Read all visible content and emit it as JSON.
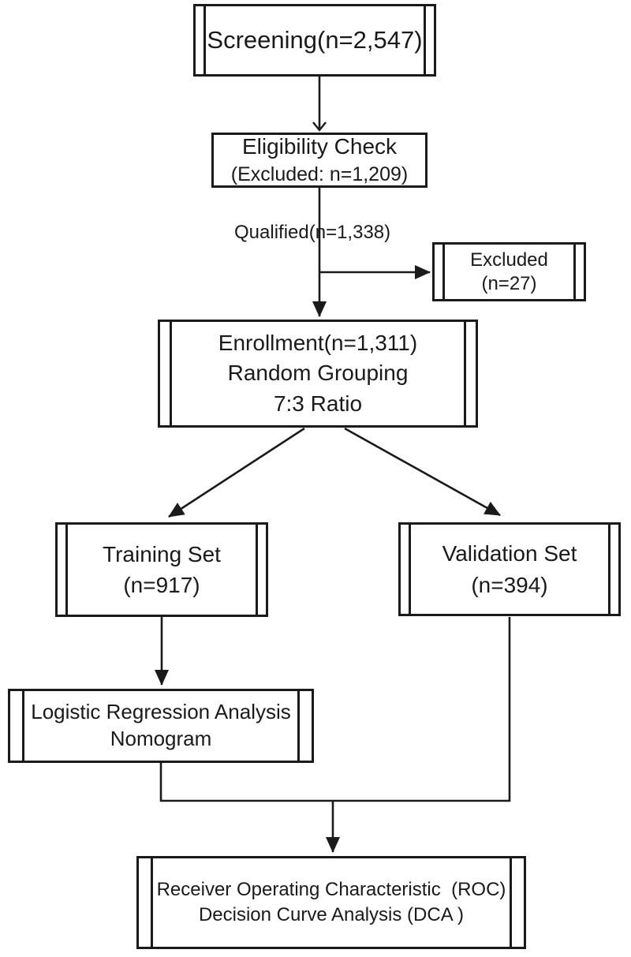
{
  "figure": {
    "background_color": "#ffffff",
    "line_color": "#1a1a1a"
  },
  "boxes": {
    "screening": {
      "lines": [
        "Screening(n=2,547)"
      ]
    },
    "eligibility": {
      "lines": [
        "Eligibility Check",
        "(Excluded: n=1,209)"
      ]
    },
    "excluded": {
      "lines": [
        "Excluded",
        "(n=27)"
      ]
    },
    "enrollment": {
      "lines": [
        "Enrollment(n=1,311)",
        "Random Grouping",
        "7:3 Ratio"
      ]
    },
    "training_set": {
      "lines": [
        "Training Set",
        "(n=917)"
      ]
    },
    "validation_set": {
      "lines": [
        "Validation Set",
        "(n=394)"
      ]
    },
    "logistic": {
      "lines": [
        "Logistic Regression Analysis",
        "Nomogram"
      ]
    },
    "outcome": {
      "lines": [
        "Receiver Operating Characteristic  (ROC)",
        "Decision Curve Analysis (DCA )"
      ]
    }
  },
  "labels": {
    "qualified": "Qualified(n=1,338)"
  }
}
